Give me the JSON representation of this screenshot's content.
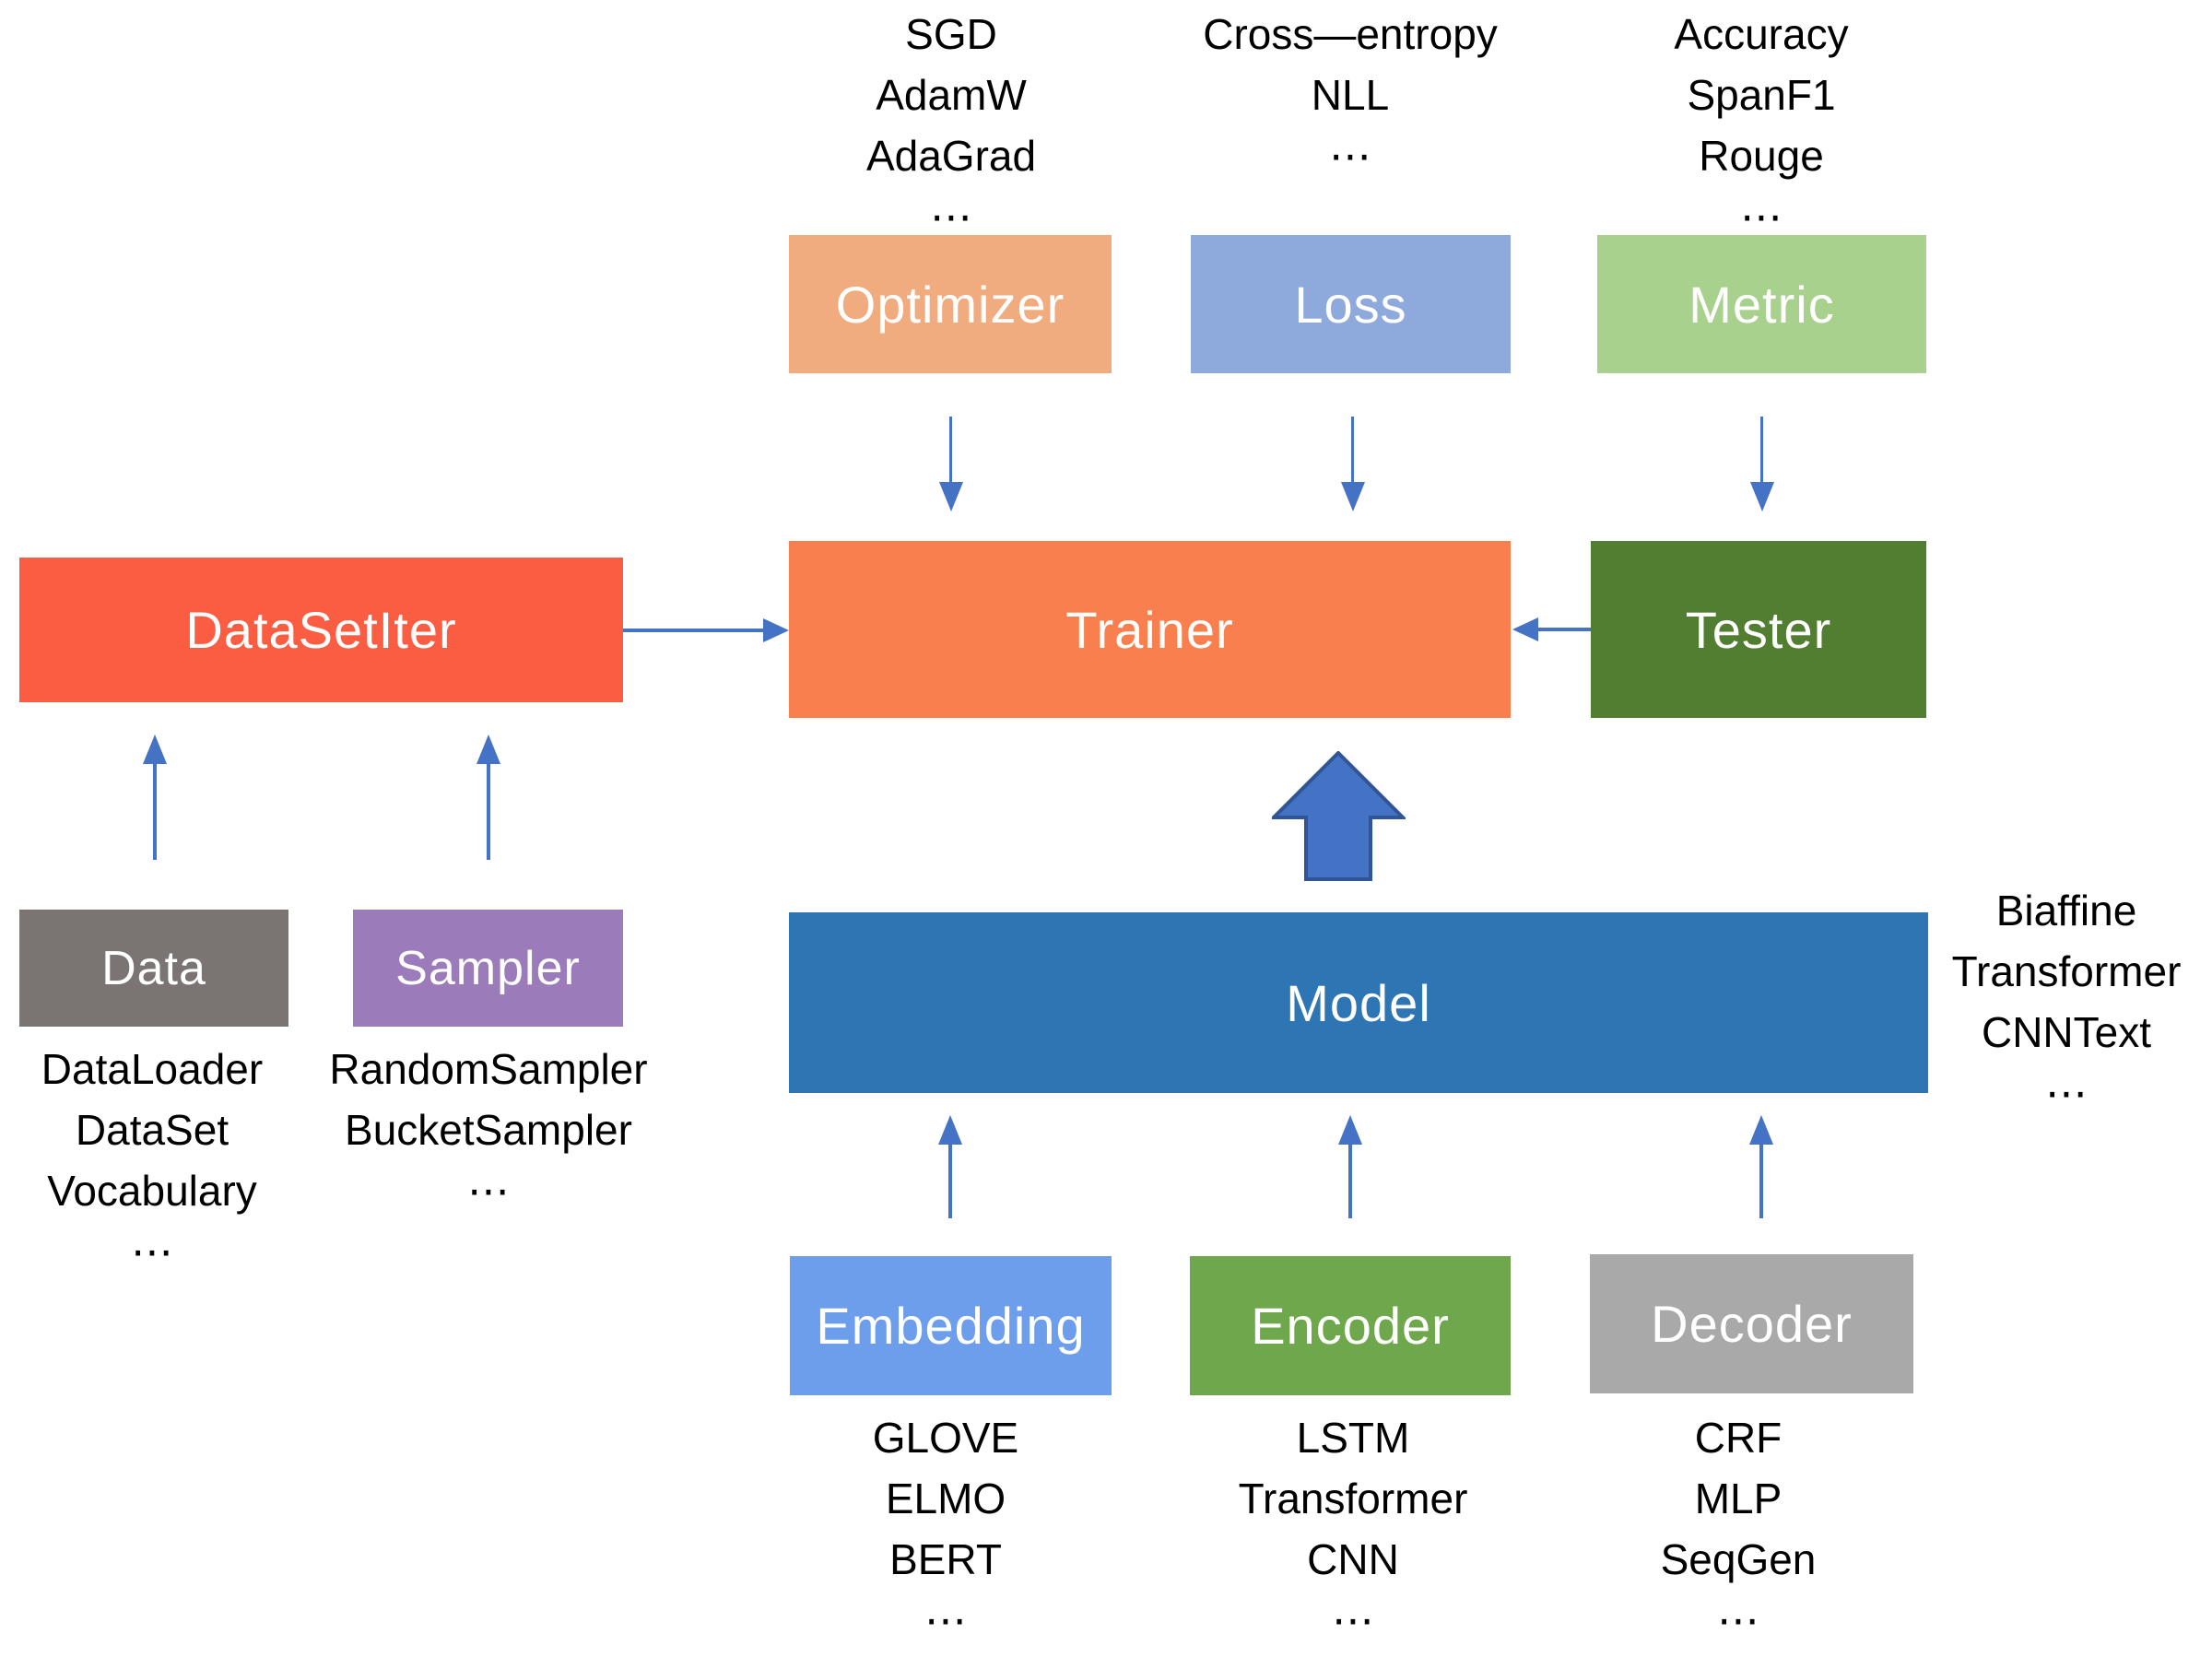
{
  "diagram": {
    "title_semantic": "fastNLP-style training framework architecture",
    "arrow_color": "#4472C4",
    "big_arrow": {
      "fill": "#4472C4",
      "stroke": "#2F5597"
    },
    "nodes": {
      "optimizer": {
        "label": "Optimizer",
        "color": "#F0AC7E",
        "items": [
          "SGD",
          "AdamW",
          "AdaGrad",
          "⋯"
        ]
      },
      "loss": {
        "label": "Loss",
        "color": "#8EAADC",
        "items": [
          "Cross—entropy",
          "NLL",
          "⋯"
        ]
      },
      "metric": {
        "label": "Metric",
        "color": "#A9D18E",
        "items": [
          "Accuracy",
          "SpanF1",
          "Rouge",
          "⋯"
        ]
      },
      "dataset_iter": {
        "label": "DataSetIter",
        "color": "#FB5D42"
      },
      "trainer": {
        "label": "Trainer",
        "color": "#F9804E"
      },
      "tester": {
        "label": "Tester",
        "color": "#527E32"
      },
      "data": {
        "label": "Data",
        "color": "#7A7573",
        "items": [
          "DataLoader",
          "DataSet",
          "Vocabulary",
          "⋯"
        ]
      },
      "sampler": {
        "label": "Sampler",
        "color": "#9B7BB9",
        "items": [
          "RandomSampler",
          "BucketSampler",
          "⋯"
        ]
      },
      "model": {
        "label": "Model",
        "color": "#2E75B4",
        "items": [
          "Biaffine",
          "Transformer",
          "CNNText",
          "⋯"
        ]
      },
      "embedding": {
        "label": "Embedding",
        "color": "#6D9EEB",
        "items": [
          "GLOVE",
          "ELMO",
          "BERT",
          "⋯"
        ]
      },
      "encoder": {
        "label": "Encoder",
        "color": "#6FA84C",
        "items": [
          "LSTM",
          "Transformer",
          "CNN",
          "⋯"
        ]
      },
      "decoder": {
        "label": "Decoder",
        "color": "#A9A9A9",
        "items": [
          "CRF",
          "MLP",
          "SeqGen",
          "⋯"
        ]
      }
    }
  }
}
